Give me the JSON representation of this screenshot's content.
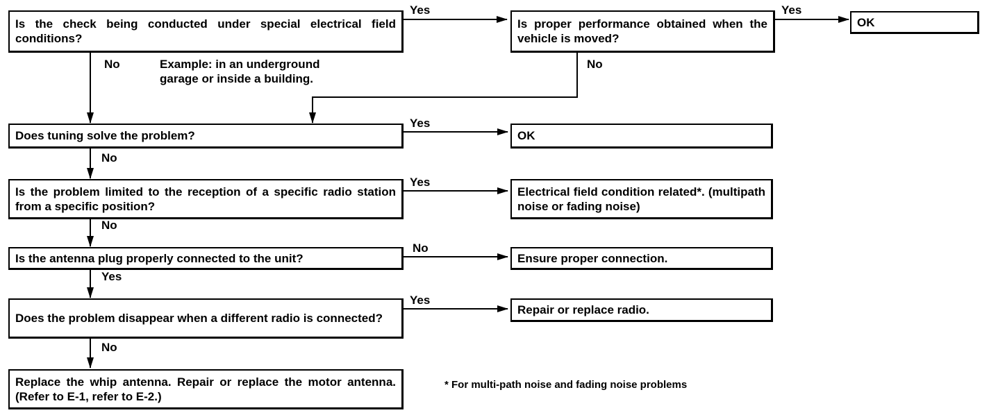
{
  "questions": {
    "q1": "Is the check being conducted under special electrical field conditions?",
    "q2": "Is proper performance obtained when the vehicle is moved?",
    "q3": "Does tuning solve the problem?",
    "q4": "Is the problem limited to the reception of a specific radio station from a specific position?",
    "q5": "Is the antenna plug properly connected to the unit?",
    "q6": "Does the problem disappear when a different radio is connected?"
  },
  "results": {
    "ok1": "OK",
    "ok2": "OK",
    "electrical": "Electrical field condition related*. (multipath noise or fading noise)",
    "ensure": "Ensure proper connection.",
    "repair": "Repair or replace radio.",
    "replace": "Replace the whip antenna. Repair or replace the motor antenna. (Refer to E-1, refer to E-2.)"
  },
  "labels": {
    "q1_yes": "Yes",
    "q1_no": "No",
    "q2_yes": "Yes",
    "q2_no": "No",
    "q3_yes": "Yes",
    "q3_no": "No",
    "q4_yes": "Yes",
    "q4_no": "No",
    "q5_no": "No",
    "q5_yes": "Yes",
    "q6_yes": "Yes",
    "q6_no": "No"
  },
  "example_note": "Example: in an underground garage or inside a building.",
  "footnote": "* For multi-path noise and fading noise problems"
}
